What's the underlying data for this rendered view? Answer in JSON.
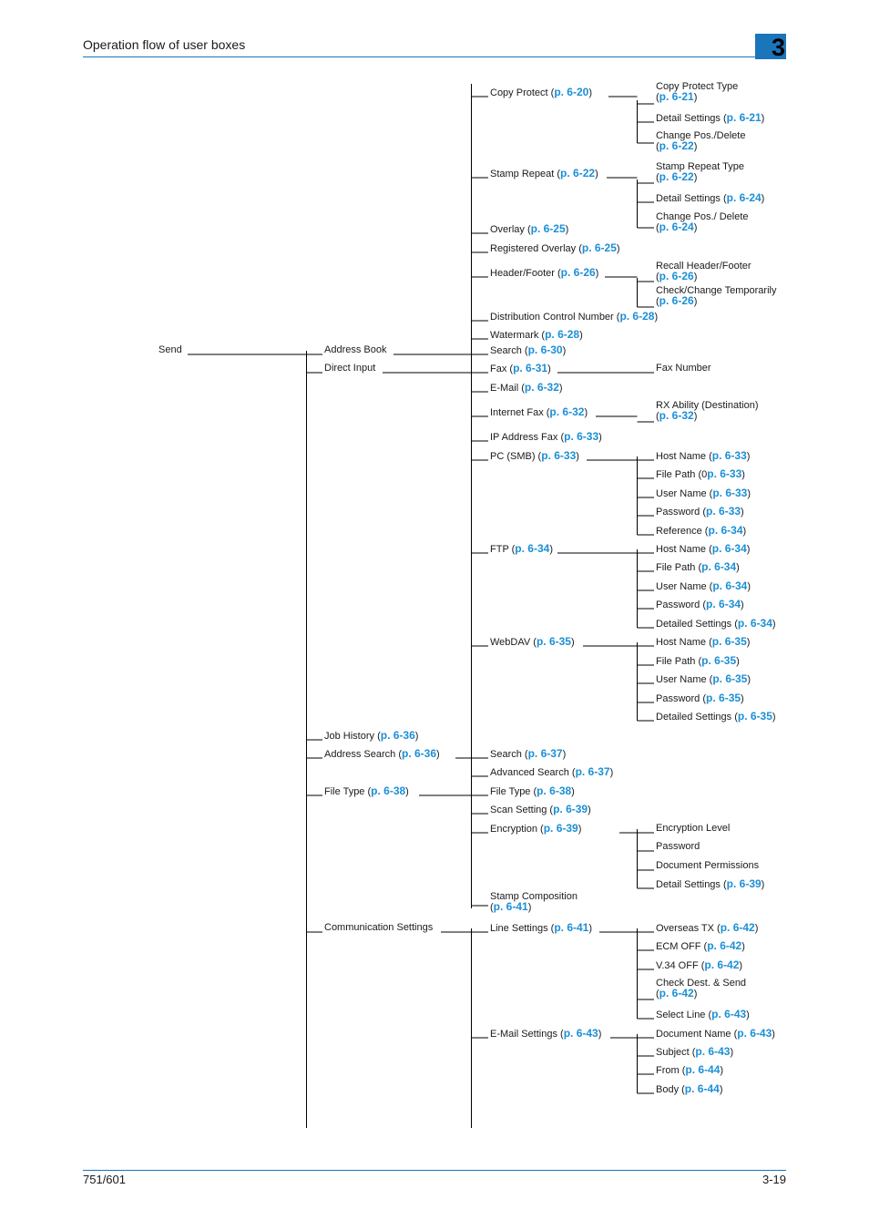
{
  "header": {
    "title": "Operation flow of user boxes",
    "chapter": "3"
  },
  "footer": {
    "model": "751/601",
    "page": "3-19"
  },
  "colors": {
    "accent": "#1b75bb",
    "ref": "#1b8fd6",
    "line": "#000000"
  },
  "nodes": [
    {
      "id": "send",
      "pre": "Send",
      "ref": "",
      "post": ""
    },
    {
      "id": "address-book",
      "pre": "Address Book",
      "ref": "",
      "post": ""
    },
    {
      "id": "direct-input",
      "pre": "Direct Input",
      "ref": "",
      "post": ""
    },
    {
      "id": "job-history",
      "pre": "Job History (",
      "ref": "p. 6-36",
      "post": ")"
    },
    {
      "id": "address-search",
      "pre": "Address Search (",
      "ref": "p. 6-36",
      "post": ")"
    },
    {
      "id": "file-type",
      "pre": "File Type (",
      "ref": "p. 6-38",
      "post": ")"
    },
    {
      "id": "comm-settings",
      "pre": "Communication Settings",
      "ref": "",
      "post": ""
    },
    {
      "id": "copy-protect",
      "pre": "Copy Protect (",
      "ref": "p. 6-20",
      "post": ")"
    },
    {
      "id": "stamp-repeat",
      "pre": "Stamp Repeat (",
      "ref": "p. 6-22",
      "post": ")"
    },
    {
      "id": "overlay",
      "pre": "Overlay (",
      "ref": "p. 6-25",
      "post": ")"
    },
    {
      "id": "registered-overlay",
      "pre": "Registered Overlay (",
      "ref": "p. 6-25",
      "post": ")"
    },
    {
      "id": "header-footer",
      "pre": "Header/Footer (",
      "ref": "p. 6-26",
      "post": ")"
    },
    {
      "id": "distribution-control",
      "pre": "Distribution Control Number (",
      "ref": "p. 6-28",
      "post": ")"
    },
    {
      "id": "watermark",
      "pre": "Watermark (",
      "ref": "p. 6-28",
      "post": ")"
    },
    {
      "id": "search-ab",
      "pre": "Search (",
      "ref": "p. 6-30",
      "post": ")"
    },
    {
      "id": "fax",
      "pre": "Fax (",
      "ref": "p. 6-31",
      "post": ")"
    },
    {
      "id": "email",
      "pre": "E-Mail (",
      "ref": "p. 6-32",
      "post": ")"
    },
    {
      "id": "internet-fax",
      "pre": "Internet Fax (",
      "ref": "p. 6-32",
      "post": ")"
    },
    {
      "id": "ip-address-fax",
      "pre": "IP Address Fax (",
      "ref": "p. 6-33",
      "post": ")"
    },
    {
      "id": "pc-smb",
      "pre": "PC (SMB) (",
      "ref": "p. 6-33",
      "post": ")"
    },
    {
      "id": "ftp",
      "pre": "FTP (",
      "ref": "p. 6-34",
      "post": ")"
    },
    {
      "id": "webdav",
      "pre": "WebDAV (",
      "ref": "p. 6-35",
      "post": ")"
    },
    {
      "id": "search-as",
      "pre": "Search (",
      "ref": "p. 6-37",
      "post": ")"
    },
    {
      "id": "advanced-search",
      "pre": "Advanced Search (",
      "ref": "p. 6-37",
      "post": ")"
    },
    {
      "id": "file-type-sub",
      "pre": "File Type (",
      "ref": "p. 6-38",
      "post": ")"
    },
    {
      "id": "scan-setting",
      "pre": "Scan Setting (",
      "ref": "p. 6-39",
      "post": ")"
    },
    {
      "id": "encryption",
      "pre": "Encryption (",
      "ref": "p. 6-39",
      "post": ")"
    },
    {
      "id": "stamp-composition",
      "pre": "Stamp Composition",
      "ref": "p. 6-41",
      "post": ")",
      "wrap": true
    },
    {
      "id": "line-settings",
      "pre": "Line Settings (",
      "ref": "p. 6-41",
      "post": ")"
    },
    {
      "id": "email-settings",
      "pre": "E-Mail Settings (",
      "ref": "p. 6-43",
      "post": ")"
    },
    {
      "id": "copy-protect-type",
      "pre": "Copy Protect Type",
      "ref": "p. 6-21",
      "post": ")",
      "wrap": true
    },
    {
      "id": "cp-detail",
      "pre": "Detail Settings (",
      "ref": "p. 6-21",
      "post": ")"
    },
    {
      "id": "cp-change-pos",
      "pre": "Change Pos./Delete",
      "ref": "p. 6-22",
      "post": ")",
      "wrap": true
    },
    {
      "id": "stamp-repeat-type",
      "pre": "Stamp Repeat Type",
      "ref": "p. 6-22",
      "post": ")",
      "wrap": true
    },
    {
      "id": "sr-detail",
      "pre": "Detail Settings (",
      "ref": "p. 6-24",
      "post": ")"
    },
    {
      "id": "sr-change-pos",
      "pre": "Change Pos./ Delete",
      "ref": "p. 6-24",
      "post": ")",
      "wrap": true
    },
    {
      "id": "recall-header-footer",
      "pre": "Recall Header/Footer",
      "ref": "p. 6-26",
      "post": ")",
      "wrap": true
    },
    {
      "id": "check-change-temp",
      "pre": "Check/Change Temporarily",
      "ref": "p. 6-26",
      "post": ")",
      "wrap": true
    },
    {
      "id": "fax-number",
      "pre": "Fax Number",
      "ref": "",
      "post": ""
    },
    {
      "id": "rx-ability",
      "pre": "RX Ability (Destination)",
      "ref": "p. 6-32",
      "post": ")",
      "wrap": true
    },
    {
      "id": "smb-host",
      "pre": "Host Name (",
      "ref": "p. 6-33",
      "post": ")"
    },
    {
      "id": "smb-path",
      "pre": "File Path (0",
      "ref": "p. 6-33",
      "post": ")"
    },
    {
      "id": "smb-user",
      "pre": "User Name (",
      "ref": "p. 6-33",
      "post": ")"
    },
    {
      "id": "smb-pass",
      "pre": "Password (",
      "ref": "p. 6-33",
      "post": ")"
    },
    {
      "id": "smb-ref",
      "pre": "Reference (",
      "ref": "p. 6-34",
      "post": ")"
    },
    {
      "id": "ftp-host",
      "pre": "Host Name (",
      "ref": "p. 6-34",
      "post": ")"
    },
    {
      "id": "ftp-path",
      "pre": "File Path (",
      "ref": "p. 6-34",
      "post": ")"
    },
    {
      "id": "ftp-user",
      "pre": "User Name (",
      "ref": "p. 6-34",
      "post": ")"
    },
    {
      "id": "ftp-pass",
      "pre": "Password (",
      "ref": "p. 6-34",
      "post": ")"
    },
    {
      "id": "ftp-detail",
      "pre": "Detailed Settings (",
      "ref": "p. 6-34",
      "post": ")"
    },
    {
      "id": "dav-host",
      "pre": "Host Name (",
      "ref": "p. 6-35",
      "post": ")"
    },
    {
      "id": "dav-path",
      "pre": "File Path (",
      "ref": "p. 6-35",
      "post": ")"
    },
    {
      "id": "dav-user",
      "pre": "User Name (",
      "ref": "p. 6-35",
      "post": ")"
    },
    {
      "id": "dav-pass",
      "pre": "Password (",
      "ref": "p. 6-35",
      "post": ")"
    },
    {
      "id": "dav-detail",
      "pre": "Detailed Settings (",
      "ref": "p. 6-35",
      "post": ")"
    },
    {
      "id": "enc-level",
      "pre": "Encryption Level",
      "ref": "",
      "post": ""
    },
    {
      "id": "enc-pass",
      "pre": "Password",
      "ref": "",
      "post": ""
    },
    {
      "id": "enc-doc-perm",
      "pre": "Document Permissions",
      "ref": "",
      "post": ""
    },
    {
      "id": "enc-detail",
      "pre": "Detail Settings (",
      "ref": "p. 6-39",
      "post": ")"
    },
    {
      "id": "overseas-tx",
      "pre": "Overseas TX (",
      "ref": "p. 6-42",
      "post": ")"
    },
    {
      "id": "ecm-off",
      "pre": "ECM OFF (",
      "ref": "p. 6-42",
      "post": ")"
    },
    {
      "id": "v34-off",
      "pre": "V.34 OFF (",
      "ref": "p. 6-42",
      "post": ")"
    },
    {
      "id": "check-dest-send",
      "pre": "Check Dest. & Send",
      "ref": "p. 6-42",
      "post": ")",
      "wrap": true
    },
    {
      "id": "select-line",
      "pre": "Select Line (",
      "ref": "p. 6-43",
      "post": ")"
    },
    {
      "id": "document-name",
      "pre": "Document Name (",
      "ref": "p. 6-43",
      "post": ")"
    },
    {
      "id": "subject",
      "pre": "Subject (",
      "ref": "p. 6-43",
      "post": ")"
    },
    {
      "id": "from",
      "pre": "From (",
      "ref": "p. 6-44",
      "post": ")"
    },
    {
      "id": "body",
      "pre": "Body (",
      "ref": "p. 6-44",
      "post": ")"
    }
  ]
}
